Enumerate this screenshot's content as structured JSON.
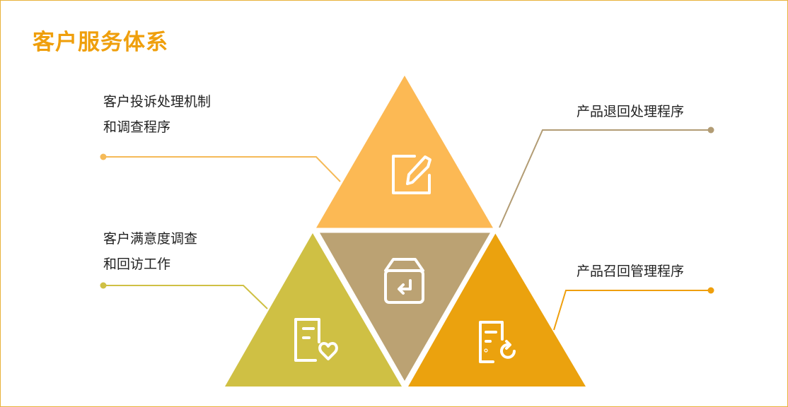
{
  "title": "客户服务体系",
  "colors": {
    "accent": "#ef9f0c",
    "frame": "#e8b23a",
    "top_triangle": "#fcb954",
    "center_triangle": "#bba273",
    "left_triangle": "#cfc044",
    "right_triangle": "#eba20e",
    "left_connectors": "#f5ba58",
    "right_top_connector": "#b29c74"
  },
  "items": [
    {
      "label": [
        "客户投诉处理机制",
        "和调查程序"
      ],
      "icon": "edit-icon"
    },
    {
      "label": [
        "产品退回处理程序"
      ],
      "icon": "return-box-icon"
    },
    {
      "label": [
        "客户满意度调查",
        "和回访工作"
      ],
      "icon": "document-heart-icon"
    },
    {
      "label": [
        "产品召回管理程序"
      ],
      "icon": "document-refresh-icon"
    }
  ]
}
